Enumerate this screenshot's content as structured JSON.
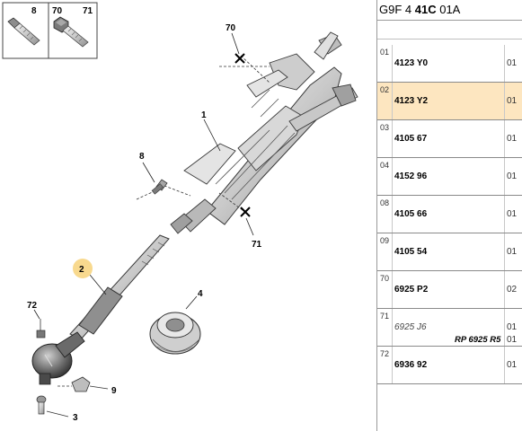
{
  "header": {
    "prefix": "G9F 4 ",
    "bold": "41C",
    "suffix": " 01A"
  },
  "legend": {
    "boxes": [
      "8",
      "70",
      "71"
    ]
  },
  "callouts": {
    "c1": "1",
    "c2": "2",
    "c3": "3",
    "c4": "4",
    "c8": "8",
    "c9": "9",
    "c70": "70",
    "c71": "71",
    "c72": "72"
  },
  "rows": [
    {
      "index": "01",
      "ref": "4123 Y0",
      "qty": "01",
      "highlight": false
    },
    {
      "index": "02",
      "ref": "4123 Y2",
      "qty": "01",
      "highlight": true
    },
    {
      "index": "03",
      "ref": "4105 67",
      "qty": "01",
      "highlight": false
    },
    {
      "index": "04",
      "ref": "4152 96",
      "qty": "01",
      "highlight": false
    },
    {
      "index": "08",
      "ref": "4105 66",
      "qty": "01",
      "highlight": false
    },
    {
      "index": "09",
      "ref": "4105 54",
      "qty": "01",
      "highlight": false
    },
    {
      "index": "70",
      "ref": "6925 P2",
      "qty": "02",
      "highlight": false
    },
    {
      "index": "71",
      "ref": "6925 J6",
      "qty": "01",
      "ref_italic": true,
      "note": "RP 6925 R5",
      "note_qty": "01",
      "highlight": false
    },
    {
      "index": "72",
      "ref": "6936 92",
      "qty": "01",
      "highlight": false
    }
  ],
  "colors": {
    "highlight_row": "#fde6c0",
    "callout_circle": "#f8d98e"
  }
}
